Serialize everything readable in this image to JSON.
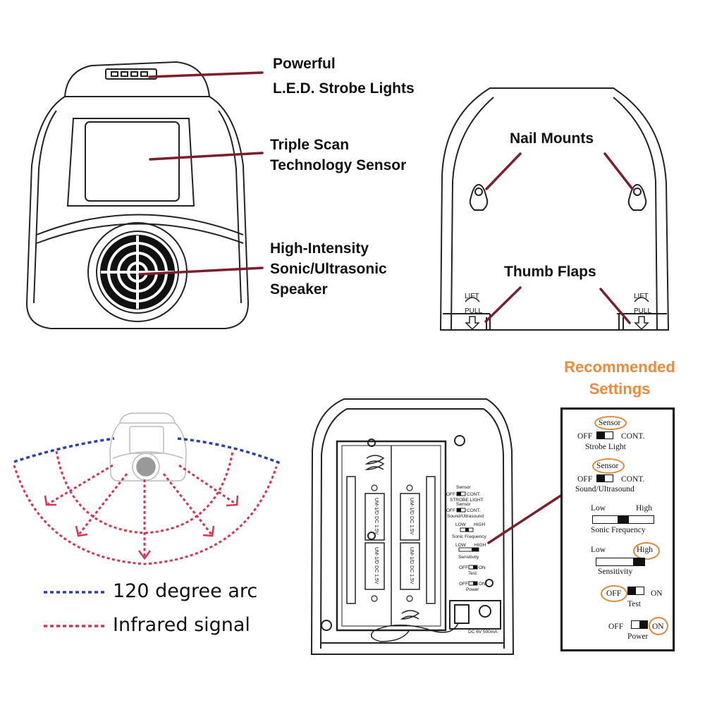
{
  "callouts": {
    "strobe": [
      "Powerful",
      "L.E.D. Strobe Lights"
    ],
    "sensor": [
      "Triple Scan",
      "Technology Sensor"
    ],
    "speaker": [
      "High-Intensity",
      "Sonic/Ultrasonic",
      "Speaker"
    ],
    "nail_mounts": "Nail Mounts",
    "thumb_flaps": "Thumb Flaps",
    "recommended": [
      "Recommended",
      "Settings"
    ]
  },
  "back_view": {
    "flap_left": [
      "LIFT",
      "PULL"
    ],
    "flap_right": [
      "LIFT",
      "PULL"
    ]
  },
  "legend": {
    "arc": {
      "label": "120 degree arc",
      "color": "#2a3fb8"
    },
    "infrared": {
      "label": "Infrared signal",
      "color": "#d8334f"
    }
  },
  "compartment": {
    "batteries": [
      "UM-1/D DC 1.5V",
      "UM-1/D DC 1.5V",
      "UM-1/D DC 1.5V",
      "UM-1/D DC 1.5V"
    ],
    "panel": {
      "strobe": [
        "Sensor",
        "OFF",
        "CONT.",
        "STROBE LIGHT"
      ],
      "sound": [
        "Sensor",
        "OFF",
        "CONT.",
        "Sound/Ultrasound"
      ],
      "freq": [
        "LOW",
        "HIGH",
        "Sonic Frequency"
      ],
      "sens": [
        "LOW",
        "HIGH",
        "Sensitivity"
      ],
      "test": [
        "OFF",
        "ON",
        "Test"
      ],
      "power": [
        "OFF",
        "ON",
        "Power"
      ]
    },
    "dc_label": "DC 6V 500mA"
  },
  "settings": {
    "strobe": {
      "top": "Sensor",
      "left": "OFF",
      "right": "CONT.",
      "caption": "Strobe Light",
      "circled": "Sensor"
    },
    "sound": {
      "top": "Sensor",
      "left": "OFF",
      "right": "CONT.",
      "caption": "Sound/Ultrasound",
      "circled": "Sensor"
    },
    "frequency": {
      "left": "Low",
      "right": "High",
      "caption": "Sonic Frequency",
      "level": 0.5
    },
    "sensitivity": {
      "left": "Low",
      "right": "High",
      "caption": "Sensitivity",
      "level": 1.0,
      "circled": "High"
    },
    "test": {
      "left": "OFF",
      "right": "ON",
      "caption": "Test",
      "circled": "OFF"
    },
    "power": {
      "left": "OFF",
      "right": "ON",
      "caption": "Power",
      "circled": "ON"
    }
  },
  "colors": {
    "leader": "#7a1f2b",
    "accent": "#ef8a3c",
    "ring": "#e0893a"
  }
}
